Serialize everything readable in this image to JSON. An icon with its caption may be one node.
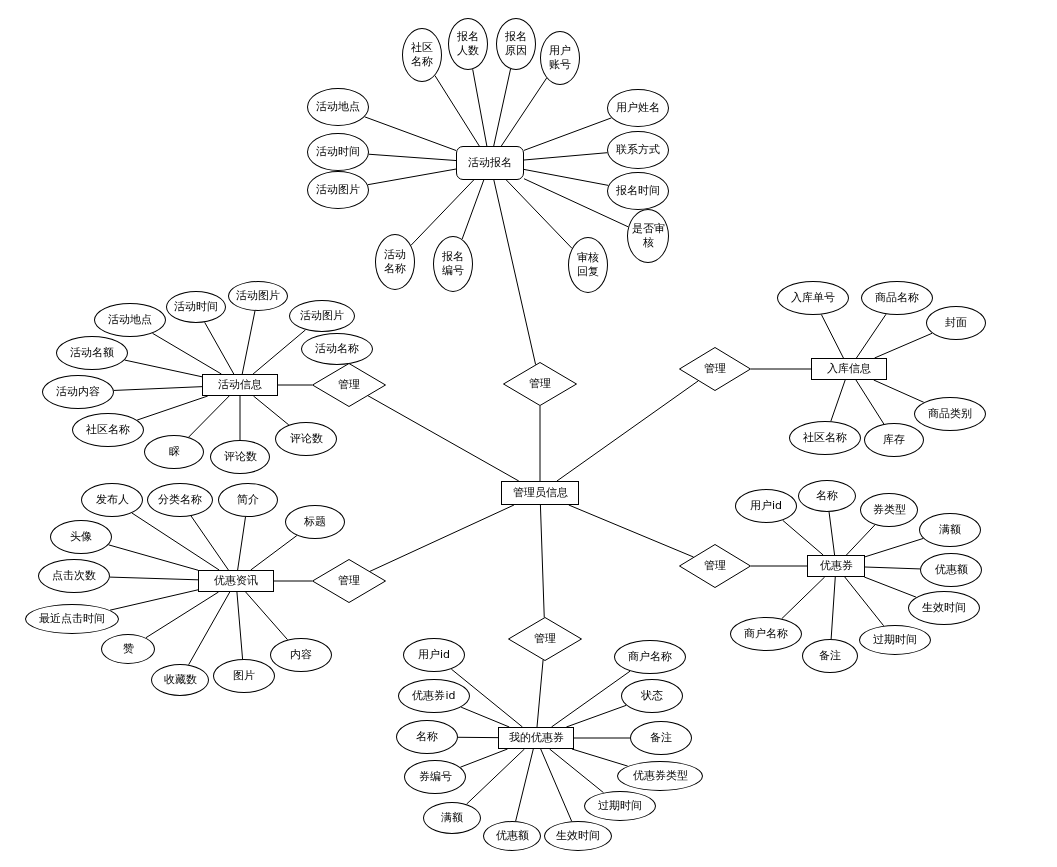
{
  "diagram": {
    "nodes": [
      {
        "text": [
          "活动报名"
        ]
      },
      {
        "text": [
          "社区名称"
        ]
      },
      {
        "text": [
          "报名人数"
        ]
      },
      {
        "text": [
          "报名原因"
        ]
      },
      {
        "text": [
          "用户账号"
        ]
      },
      {
        "text": [
          "活动地点"
        ]
      },
      {
        "text": [
          "活动时间"
        ]
      },
      {
        "text": [
          "活动图片"
        ]
      },
      {
        "text": [
          "用户姓名"
        ]
      },
      {
        "text": [
          "联系方式"
        ]
      },
      {
        "text": [
          "报名时间"
        ]
      },
      {
        "text": [
          "是否审核"
        ]
      },
      {
        "text": [
          "活动名称"
        ]
      },
      {
        "text": [
          "报名编号"
        ]
      },
      {
        "text": [
          "审核回复"
        ]
      },
      {
        "text": [
          "管理"
        ]
      },
      {
        "text": [
          "管理员信息"
        ]
      },
      {
        "text": [
          "活动信息"
        ]
      },
      {
        "text": [
          "活动地点"
        ]
      },
      {
        "text": [
          "活动时间"
        ]
      },
      {
        "text": [
          "活动图片"
        ]
      },
      {
        "text": [
          "活动图片"
        ]
      },
      {
        "text": [
          "活动名称"
        ]
      },
      {
        "text": [
          "活动名额"
        ]
      },
      {
        "text": [
          "活动内容"
        ]
      },
      {
        "text": [
          "社区名称"
        ]
      },
      {
        "text": [
          "睬"
        ]
      },
      {
        "text": [
          "评论数"
        ]
      },
      {
        "text": [
          "评论数"
        ]
      },
      {
        "text": [
          "管理"
        ]
      },
      {
        "text": [
          "入库信息"
        ]
      },
      {
        "text": [
          "入库单号"
        ]
      },
      {
        "text": [
          "商品名称"
        ]
      },
      {
        "text": [
          "封面"
        ]
      },
      {
        "text": [
          "商品类别"
        ]
      },
      {
        "text": [
          "社区名称"
        ]
      },
      {
        "text": [
          "库存"
        ]
      },
      {
        "text": [
          "管理"
        ]
      },
      {
        "text": [
          "优惠券"
        ]
      },
      {
        "text": [
          "用户id"
        ]
      },
      {
        "text": [
          "名称"
        ]
      },
      {
        "text": [
          "券类型"
        ]
      },
      {
        "text": [
          "满额"
        ]
      },
      {
        "text": [
          "优惠额"
        ]
      },
      {
        "text": [
          "生效时间"
        ]
      },
      {
        "text": [
          "过期时间"
        ]
      },
      {
        "text": [
          "备注"
        ]
      },
      {
        "text": [
          "商户名称"
        ]
      },
      {
        "text": [
          "管理"
        ]
      },
      {
        "text": [
          "优惠资讯"
        ]
      },
      {
        "text": [
          "发布人"
        ]
      },
      {
        "text": [
          "分类名称"
        ]
      },
      {
        "text": [
          "简介"
        ]
      },
      {
        "text": [
          "标题"
        ]
      },
      {
        "text": [
          "头像"
        ]
      },
      {
        "text": [
          "点击次数"
        ]
      },
      {
        "text": [
          "最近点击时间"
        ]
      },
      {
        "text": [
          "赞"
        ]
      },
      {
        "text": [
          "收藏数"
        ]
      },
      {
        "text": [
          "图片"
        ]
      },
      {
        "text": [
          "内容"
        ]
      },
      {
        "text": [
          "管理"
        ]
      },
      {
        "text": [
          "管理"
        ]
      },
      {
        "text": [
          "我的优惠券"
        ]
      },
      {
        "text": [
          "用户id"
        ]
      },
      {
        "text": [
          "优惠券id"
        ]
      },
      {
        "text": [
          "名称"
        ]
      },
      {
        "text": [
          "券编号"
        ]
      },
      {
        "text": [
          "满额"
        ]
      },
      {
        "text": [
          "优惠额"
        ]
      },
      {
        "text": [
          "生效时间"
        ]
      },
      {
        "text": [
          "过期时间"
        ]
      },
      {
        "text": [
          "优惠券类型"
        ]
      },
      {
        "text": [
          "备注"
        ]
      },
      {
        "text": [
          "状态"
        ]
      },
      {
        "text": [
          "商户名称"
        ]
      }
    ],
    "edges": [
      {
        "from": 0,
        "to": 1,
        "arrow": "none"
      },
      {
        "from": 0,
        "to": 2,
        "arrow": "none"
      },
      {
        "from": 0,
        "to": 3,
        "arrow": "none"
      },
      {
        "from": 0,
        "to": 4,
        "arrow": "none"
      },
      {
        "from": 0,
        "to": 5,
        "arrow": "none"
      },
      {
        "from": 0,
        "to": 6,
        "arrow": "none"
      },
      {
        "from": 0,
        "to": 7,
        "arrow": "none"
      },
      {
        "from": 0,
        "to": 8,
        "arrow": "none"
      },
      {
        "from": 0,
        "to": 9,
        "arrow": "none"
      },
      {
        "from": 0,
        "to": 10,
        "arrow": "none"
      },
      {
        "from": 0,
        "to": 11,
        "arrow": "none"
      },
      {
        "from": 0,
        "to": 12,
        "arrow": "none"
      },
      {
        "from": 0,
        "to": 13,
        "arrow": "none"
      },
      {
        "from": 0,
        "to": 14,
        "arrow": "none"
      },
      {
        "from": 0,
        "to": 15,
        "arrow": "none"
      },
      {
        "from": 15,
        "to": 16,
        "arrow": "none"
      },
      {
        "from": 17,
        "to": 18,
        "arrow": "none"
      },
      {
        "from": 17,
        "to": 19,
        "arrow": "none"
      },
      {
        "from": 17,
        "to": 20,
        "arrow": "none"
      },
      {
        "from": 17,
        "to": 21,
        "arrow": "none"
      },
      {
        "from": 17,
        "to": 23,
        "arrow": "none"
      },
      {
        "from": 17,
        "to": 24,
        "arrow": "none"
      },
      {
        "from": 17,
        "to": 25,
        "arrow": "none"
      },
      {
        "from": 17,
        "to": 26,
        "arrow": "none"
      },
      {
        "from": 17,
        "to": 27,
        "arrow": "none"
      },
      {
        "from": 17,
        "to": 28,
        "arrow": "none"
      },
      {
        "from": 17,
        "to": 29,
        "arrow": "none"
      },
      {
        "from": 29,
        "to": 16,
        "arrow": "none"
      },
      {
        "from": 30,
        "to": 31,
        "arrow": "none"
      },
      {
        "from": 30,
        "to": 32,
        "arrow": "none"
      },
      {
        "from": 30,
        "to": 33,
        "arrow": "none"
      },
      {
        "from": 30,
        "to": 34,
        "arrow": "none"
      },
      {
        "from": 30,
        "to": 35,
        "arrow": "none"
      },
      {
        "from": 30,
        "to": 36,
        "arrow": "none"
      },
      {
        "from": 37,
        "to": 30,
        "arrow": "none"
      },
      {
        "from": 16,
        "to": 37,
        "arrow": "none"
      },
      {
        "from": 38,
        "to": 39,
        "arrow": "none"
      },
      {
        "from": 38,
        "to": 40,
        "arrow": "none"
      },
      {
        "from": 38,
        "to": 41,
        "arrow": "none"
      },
      {
        "from": 38,
        "to": 42,
        "arrow": "none"
      },
      {
        "from": 38,
        "to": 43,
        "arrow": "none"
      },
      {
        "from": 38,
        "to": 44,
        "arrow": "none"
      },
      {
        "from": 38,
        "to": 45,
        "arrow": "none"
      },
      {
        "from": 38,
        "to": 46,
        "arrow": "none"
      },
      {
        "from": 38,
        "to": 47,
        "arrow": "none"
      },
      {
        "from": 48,
        "to": 38,
        "arrow": "none"
      },
      {
        "from": 16,
        "to": 48,
        "arrow": "none"
      },
      {
        "from": 49,
        "to": 50,
        "arrow": "none"
      },
      {
        "from": 49,
        "to": 51,
        "arrow": "none"
      },
      {
        "from": 49,
        "to": 52,
        "arrow": "none"
      },
      {
        "from": 49,
        "to": 53,
        "arrow": "none"
      },
      {
        "from": 49,
        "to": 54,
        "arrow": "none"
      },
      {
        "from": 49,
        "to": 55,
        "arrow": "none"
      },
      {
        "from": 49,
        "to": 56,
        "arrow": "none"
      },
      {
        "from": 49,
        "to": 57,
        "arrow": "none"
      },
      {
        "from": 49,
        "to": 58,
        "arrow": "none"
      },
      {
        "from": 49,
        "to": 59,
        "arrow": "none"
      },
      {
        "from": 49,
        "to": 60,
        "arrow": "none"
      },
      {
        "from": 49,
        "to": 61,
        "arrow": "none"
      },
      {
        "from": 61,
        "to": 16,
        "arrow": "none"
      },
      {
        "from": 16,
        "to": 62,
        "arrow": "none"
      },
      {
        "from": 62,
        "to": 63,
        "arrow": "none"
      },
      {
        "from": 63,
        "to": 64,
        "arrow": "none"
      },
      {
        "from": 63,
        "to": 65,
        "arrow": "none"
      },
      {
        "from": 63,
        "to": 66,
        "arrow": "none"
      },
      {
        "from": 63,
        "to": 67,
        "arrow": "none"
      },
      {
        "from": 63,
        "to": 68,
        "arrow": "none"
      },
      {
        "from": 63,
        "to": 69,
        "arrow": "none"
      },
      {
        "from": 63,
        "to": 70,
        "arrow": "none"
      },
      {
        "from": 63,
        "to": 71,
        "arrow": "none"
      },
      {
        "from": 63,
        "to": 72,
        "arrow": "none"
      },
      {
        "from": 63,
        "to": 73,
        "arrow": "none"
      },
      {
        "from": 63,
        "to": 74,
        "arrow": "none"
      },
      {
        "from": 63,
        "to": 75,
        "arrow": "none"
      }
    ]
  }
}
